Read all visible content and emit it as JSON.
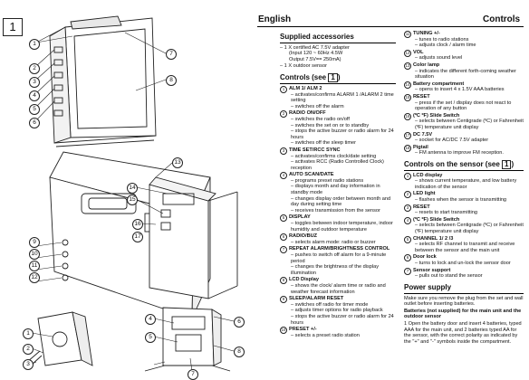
{
  "figure_number": "1",
  "callouts": {
    "top": [
      "1",
      "2",
      "3",
      "4",
      "5",
      "6",
      "7",
      "8"
    ],
    "middle": [
      "9",
      "10",
      "11",
      "12",
      "13",
      "14",
      "15",
      "16",
      "17"
    ],
    "bottom_left": [
      "1",
      "2",
      "3"
    ],
    "bottom_right": [
      "4",
      "5",
      "6",
      "7",
      "8"
    ]
  },
  "header": {
    "language": "English",
    "section": "Controls"
  },
  "supplied": {
    "title": "Supplied accessories",
    "items": [
      "– 1 X certified AC 7.5V adapter",
      "(Input 120 ~ 60Hz 4.5W",
      "Output 7.5V== 250mA)",
      "– 1 X outdoor sensor"
    ]
  },
  "controls_main": {
    "title": "Controls (see",
    "fig": "1",
    "close": ")",
    "items": [
      {
        "n": "1",
        "title": "ALM 1/ ALM 2",
        "lines": [
          "– activates/confirms ALARM 1 /ALARM 2 time setting",
          "– switches off the alarm"
        ]
      },
      {
        "n": "2",
        "title": "RADIO ON/OFF",
        "lines": [
          "– switches the radio on/off",
          "– switches the set on or to standby",
          "– stops the active buzzer or radio alarm for 24 hours",
          "– switches off the sleep timer"
        ]
      },
      {
        "n": "3",
        "title": "TIME SET/RCC SYNC",
        "lines": [
          "– activates/confirms clock/date setting",
          "– activates RCC (Radio Controlled Clock) reception"
        ]
      },
      {
        "n": "4",
        "title": "AUTO SCAN/DATE",
        "lines": [
          "– programs preset radio stations",
          "– displays month and day information in standby mode",
          "– changes display order between month and day during setting time",
          "– receives transmission from the sensor"
        ]
      },
      {
        "n": "5",
        "title": "DISPLAY",
        "lines": [
          "– toggles between indoor temperature, indoor humidity and outdoor temperature"
        ]
      },
      {
        "n": "6",
        "title": "RADIO/BUZ",
        "lines": [
          "– selects alarm mode: radio or buzzer"
        ]
      },
      {
        "n": "7",
        "title": "REPEAT ALARM/BRIGHTNESS CONTROL",
        "lines": [
          "– pushes to switch off alarm for a 9-minute period",
          "– changes the brightness of the display illumination"
        ]
      },
      {
        "n": "8",
        "title": "LCD Display",
        "lines": [
          "– shows the clock/ alarm time or radio and weather forecast information"
        ]
      },
      {
        "n": "9",
        "title": "SLEEP/ALARM RESET",
        "lines": [
          "– switches off radio for timer mode",
          "– adjusts timer options for radio playback",
          "– stops the active buzzer or radio alarm for 24 hours"
        ]
      },
      {
        "n": "10",
        "title": "PRESET +/-",
        "lines": [
          "– selects a preset radio station"
        ]
      }
    ]
  },
  "controls_cont": {
    "items": [
      {
        "n": "11",
        "title": "TUNING +/-",
        "lines": [
          "– tunes to radio stations",
          "– adjusts clock / alarm time"
        ]
      },
      {
        "n": "12",
        "title": "VOL",
        "lines": [
          "– adjusts sound level"
        ]
      },
      {
        "n": "13",
        "title": "Color lamp",
        "lines": [
          "– indicates the different forth-coming weather situation"
        ]
      },
      {
        "n": "14",
        "title": "Battery compartment",
        "lines": [
          "– opens to insert 4 x 1.5V AAA batteries"
        ]
      },
      {
        "n": "15",
        "title": "RESET",
        "lines": [
          "– press if the set / display does not react to operation of any button"
        ]
      },
      {
        "n": "16",
        "title": "(ºC ºF) Slide Switch",
        "lines": [
          "– selects between Centigrade (ºC) or Fahrenheit (ºF) temperature unit display"
        ]
      },
      {
        "n": "17",
        "title": "DC 7.5V",
        "lines": [
          "– socket for AC/DC 7.5V adapter"
        ]
      },
      {
        "n": "18",
        "title": "Pigtail",
        "lines": [
          "– FM antenna to improve FM reception."
        ]
      }
    ]
  },
  "controls_sensor": {
    "title": "Controls on the sensor (see",
    "fig": "1",
    "close": ")",
    "items": [
      {
        "n": "1",
        "title": "LCD display",
        "lines": [
          "– shows current temperature, and low battery indication of the sensor"
        ]
      },
      {
        "n": "2",
        "title": "LED light",
        "lines": [
          "– flashes when the sensor is transmitting"
        ]
      },
      {
        "n": "3",
        "title": "RESET",
        "lines": [
          "– resets to start transmitting"
        ]
      },
      {
        "n": "4",
        "title": "(ºC ºF) Slide Switch",
        "lines": [
          "– selects between Centigrade (ºC) or Fahrenheit (ºF) temperature unit display"
        ]
      },
      {
        "n": "5",
        "title": "CHANNEL 1/ 2 /3",
        "lines": [
          "– selects RF channel to transmit and receive between the sensor and the main unit"
        ]
      },
      {
        "n": "6",
        "title": "Door lock",
        "lines": [
          "– turns to lock and un-lock the sensor door"
        ]
      },
      {
        "n": "7",
        "title": "Sensor support",
        "lines": [
          "– pulls out to stand the sensor"
        ]
      }
    ]
  },
  "power": {
    "title": "Power supply",
    "intro": "Make sure you remove the plug from the set and wall outlet before inserting batteries.",
    "subhead": "Batteries (not supplied) for the main unit and the outdoor sensor",
    "step": "1 Open the battery door and insert 4 batteries, typed AAA for the main unit, and 2 batteries typed AA for the sensor, with the correct polarity as indicated by the \"+\" and \"-\" symbols inside the compartment."
  }
}
